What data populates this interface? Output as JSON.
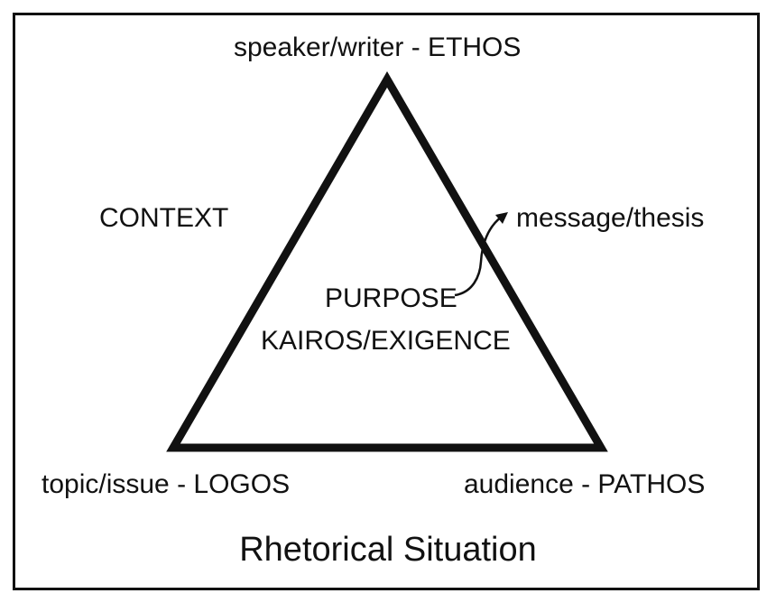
{
  "diagram": {
    "labels": {
      "speaker": "speaker/writer - ETHOS",
      "context": "CONTEXT",
      "message": "message/thesis",
      "purpose": "PURPOSE",
      "kairos": "KAIROS/EXIGENCE",
      "topic": "topic/issue - LOGOS",
      "audience": "audience - PATHOS"
    },
    "title": "Rhetorical Situation",
    "colors": {
      "stroke": "#111111",
      "background": "#ffffff"
    }
  }
}
